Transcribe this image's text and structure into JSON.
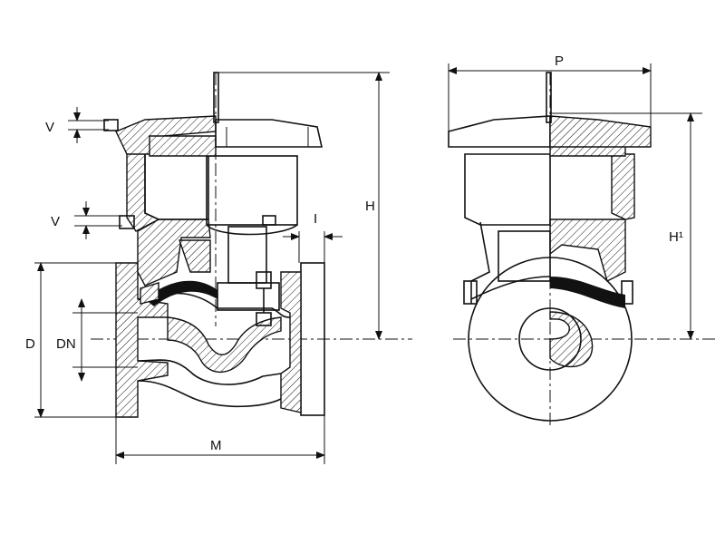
{
  "labels": {
    "v_top": "V",
    "v_bottom": "V",
    "h": "H",
    "i": "I",
    "d": "D",
    "dn": "DN",
    "m": "M",
    "p": "P",
    "h1": "H¹"
  }
}
